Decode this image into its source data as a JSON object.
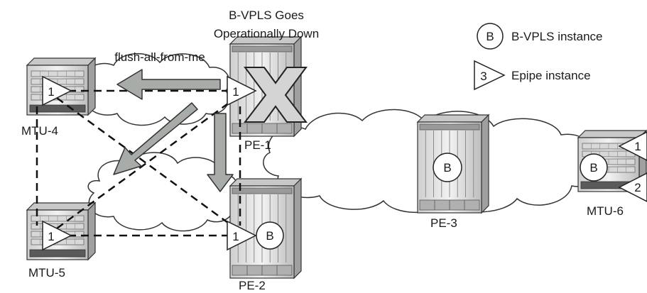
{
  "title": {
    "line1": "B-VPLS Goes",
    "line2": "Operationally Down"
  },
  "flush_label": "flush-all-from-me",
  "legend": {
    "bvpls_symbol": "B",
    "bvpls_label": "B-VPLS instance",
    "epipe_symbol": "3",
    "epipe_label": "Epipe instance"
  },
  "nodes": {
    "mtu4": {
      "label": "MTU-4",
      "epipe": "1"
    },
    "mtu5": {
      "label": "MTU-5",
      "epipe": "1"
    },
    "mtu6": {
      "label": "MTU-6",
      "bvpls": "B",
      "epipe_top": "1",
      "epipe_bottom": "2"
    },
    "pe1": {
      "label": "PE-1",
      "epipe": "1"
    },
    "pe2": {
      "label": "PE-2",
      "epipe": "1",
      "bvpls": "B"
    },
    "pe3": {
      "label": "PE-3",
      "bvpls": "B"
    }
  },
  "colors": {
    "arrow_fill": "#a8aca8",
    "chassis_fill": "#e0e0e0",
    "chassis_dark": "#5a5a5a",
    "cloud_fill": "#ffffff",
    "line": "#111111",
    "x_fill": "#d4d4d4"
  }
}
